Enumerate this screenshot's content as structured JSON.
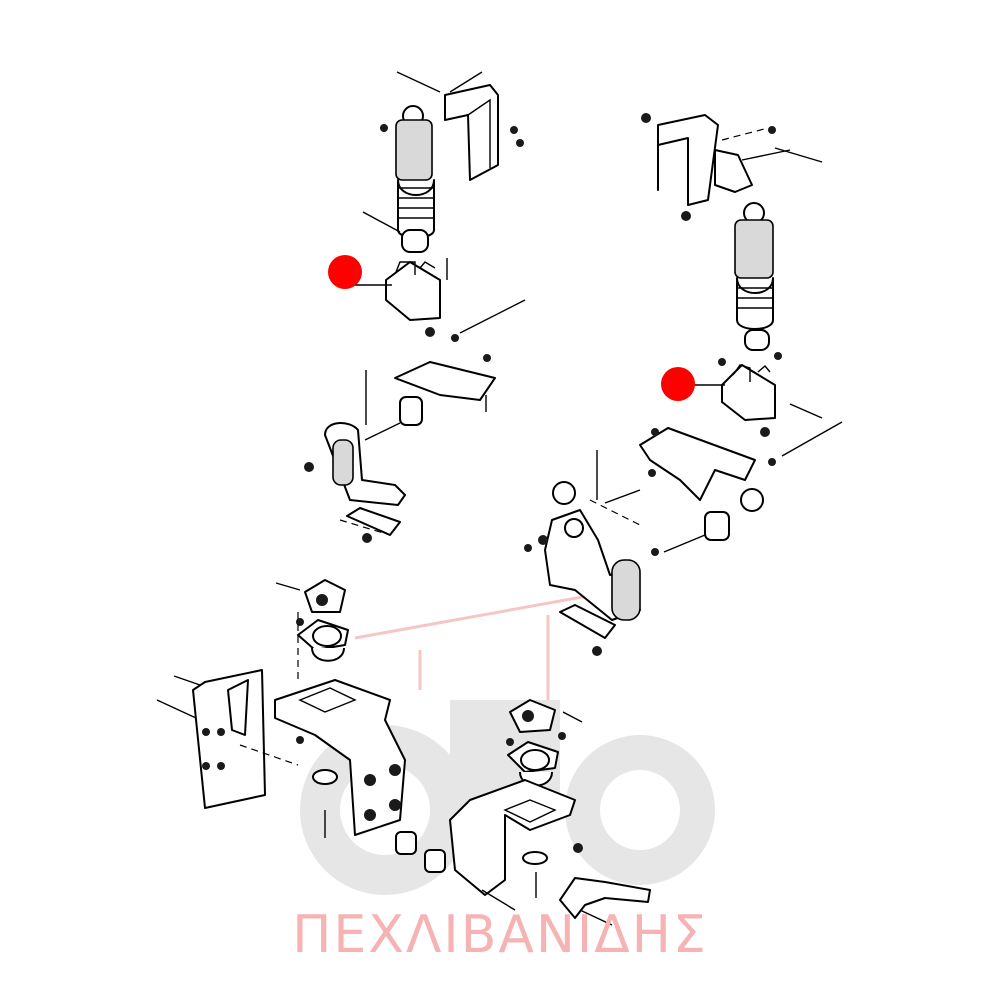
{
  "watermark": {
    "text": "ΠΕΧΛΙΒΑΝΙΔΗΣ",
    "color": "#f6b3b3",
    "graphic": "tractor-silhouette"
  },
  "markers": {
    "color": "#ff0000",
    "items": [
      {
        "id": "marker-left-shock-bracket"
      },
      {
        "id": "marker-right-shock-bracket"
      }
    ]
  },
  "assemblies": [
    "left-cab-suspension",
    "right-cab-suspension",
    "front-cab-mounts"
  ]
}
